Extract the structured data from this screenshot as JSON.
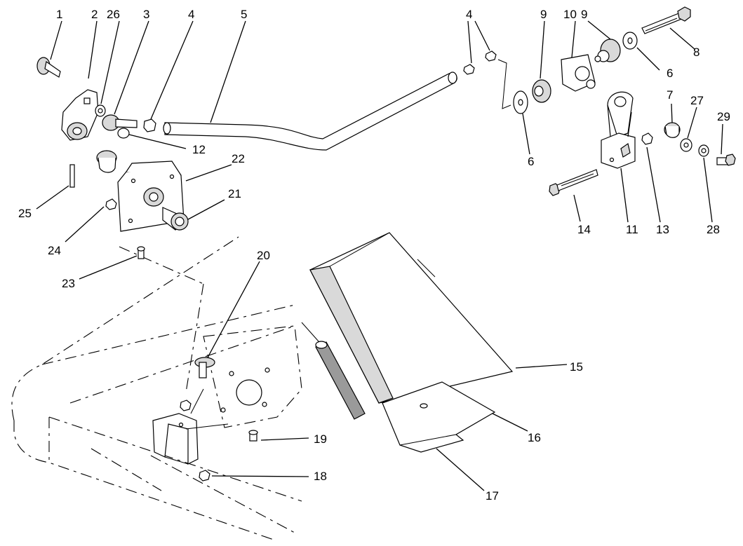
{
  "callouts": [
    {
      "id": "c1",
      "text": "1"
    },
    {
      "id": "c2",
      "text": "2"
    },
    {
      "id": "c26",
      "text": "26"
    },
    {
      "id": "c3",
      "text": "3"
    },
    {
      "id": "c4a",
      "text": "4"
    },
    {
      "id": "c5",
      "text": "5"
    },
    {
      "id": "c4b",
      "text": "4"
    },
    {
      "id": "c9a",
      "text": "9"
    },
    {
      "id": "c10",
      "text": "10"
    },
    {
      "id": "c9b",
      "text": "9"
    },
    {
      "id": "c8",
      "text": "8"
    },
    {
      "id": "c6a",
      "text": "6"
    },
    {
      "id": "c7",
      "text": "7"
    },
    {
      "id": "c27",
      "text": "27"
    },
    {
      "id": "c29",
      "text": "29"
    },
    {
      "id": "c12",
      "text": "12"
    },
    {
      "id": "c22",
      "text": "22"
    },
    {
      "id": "c6b",
      "text": "6"
    },
    {
      "id": "c21",
      "text": "21"
    },
    {
      "id": "c25",
      "text": "25"
    },
    {
      "id": "c24",
      "text": "24"
    },
    {
      "id": "c14",
      "text": "14"
    },
    {
      "id": "c11",
      "text": "11"
    },
    {
      "id": "c13",
      "text": "13"
    },
    {
      "id": "c28",
      "text": "28"
    },
    {
      "id": "c20",
      "text": "20"
    },
    {
      "id": "c23",
      "text": "23"
    },
    {
      "id": "c15",
      "text": "15"
    },
    {
      "id": "c16",
      "text": "16"
    },
    {
      "id": "c19",
      "text": "19"
    },
    {
      "id": "c18",
      "text": "18"
    },
    {
      "id": "c17",
      "text": "17"
    }
  ]
}
